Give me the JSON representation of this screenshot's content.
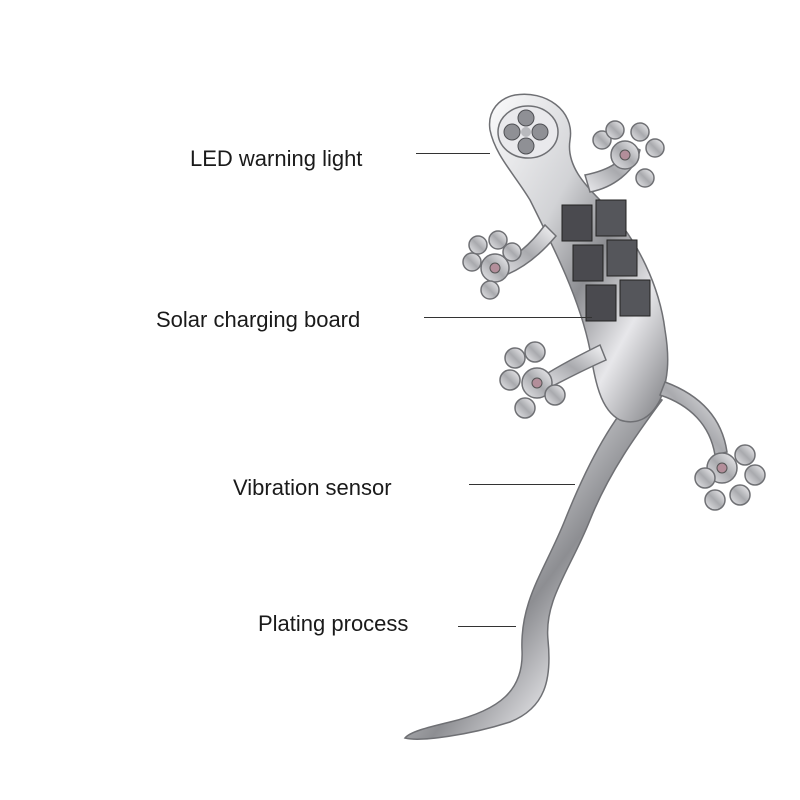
{
  "callouts": {
    "led": "LED warning light",
    "solar": "Solar charging board",
    "vibration": "Vibration sensor",
    "plating": "Plating process"
  },
  "colors": {
    "chrome_light": "#f4f4f6",
    "chrome_mid": "#c9cacd",
    "chrome_dark": "#6f7074",
    "panel": "#4a4a4f",
    "text": "#1a1a1a",
    "leader_line": "#333333"
  },
  "icons": {
    "product": "gecko-emblem-icon"
  }
}
